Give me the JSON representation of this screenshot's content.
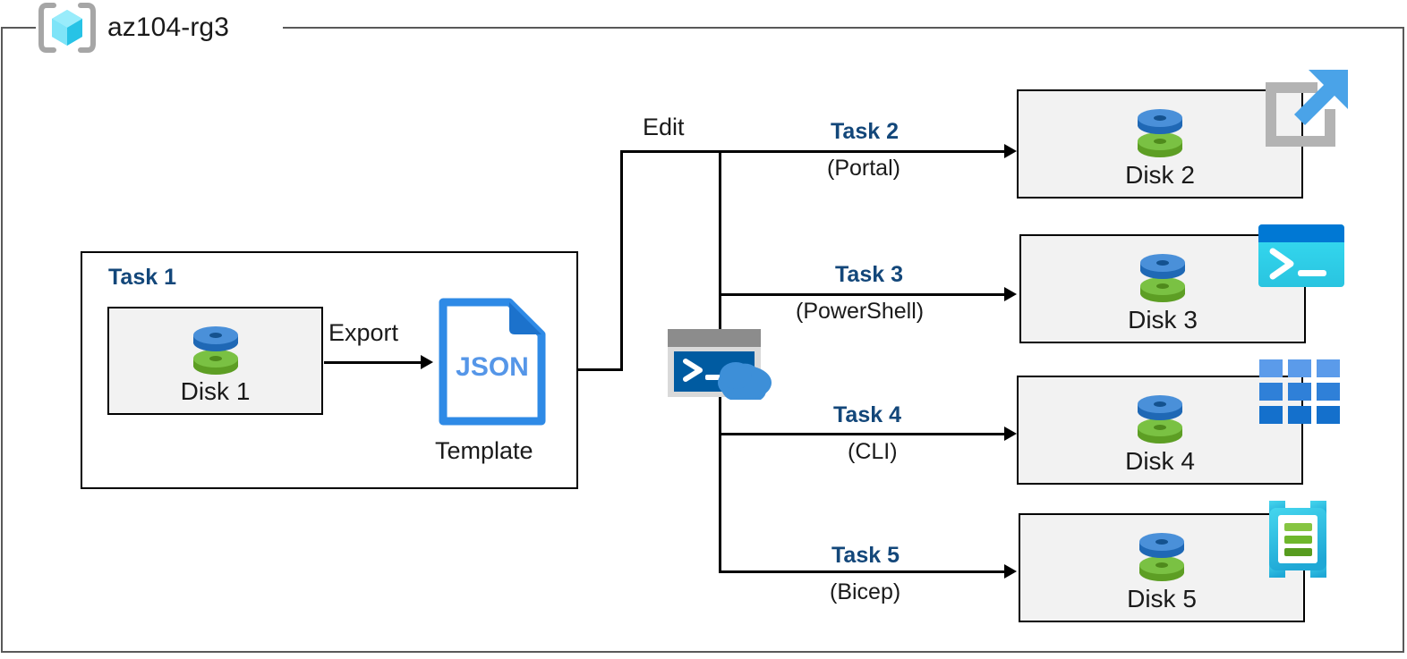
{
  "resource_group": {
    "name": "az104-rg3",
    "icon": "resource-group-cube-icon"
  },
  "task1": {
    "label": "Task 1",
    "disk": {
      "label": "Disk 1",
      "icon": "managed-disk-icon"
    },
    "arrow_label": "Export",
    "template": {
      "file_type": "JSON",
      "caption": "Template",
      "icon": "json-file-icon"
    }
  },
  "edit": {
    "label": "Edit",
    "shell": {
      "icon": "cloud-shell-icon"
    }
  },
  "branches": [
    {
      "task": "Task 2",
      "method": "(Portal)",
      "disk": "Disk 2",
      "service_icon": "azure-portal-icon"
    },
    {
      "task": "Task 3",
      "method": "(PowerShell)",
      "disk": "Disk 3",
      "service_icon": "powershell-icon"
    },
    {
      "task": "Task 4",
      "method": "(CLI)",
      "disk": "Disk 4",
      "service_icon": "azure-cli-icon"
    },
    {
      "task": "Task 5",
      "method": "(Bicep)",
      "disk": "Disk 5",
      "service_icon": "bicep-icon"
    }
  ],
  "colors": {
    "task_navy": "#13477a",
    "frame_gray": "#595959",
    "box_fill": "#f2f2f2",
    "disk_blue": "#3a86d4",
    "disk_green": "#68a92b",
    "json_blue": "#2e8ae6",
    "cloud_blue": "#2f7fd1",
    "portal_blue": "#4aa3e8",
    "portal_gray": "#b3b3b3",
    "powershell_cyan": "#32cdeb",
    "powershell_header": "#0078d4",
    "cli_blue": "#2d7dd2",
    "bicep_cyan": "#2ec3e0",
    "bicep_green": "#6fbe2a",
    "rg_cube_cyan": "#4fd8f5"
  }
}
